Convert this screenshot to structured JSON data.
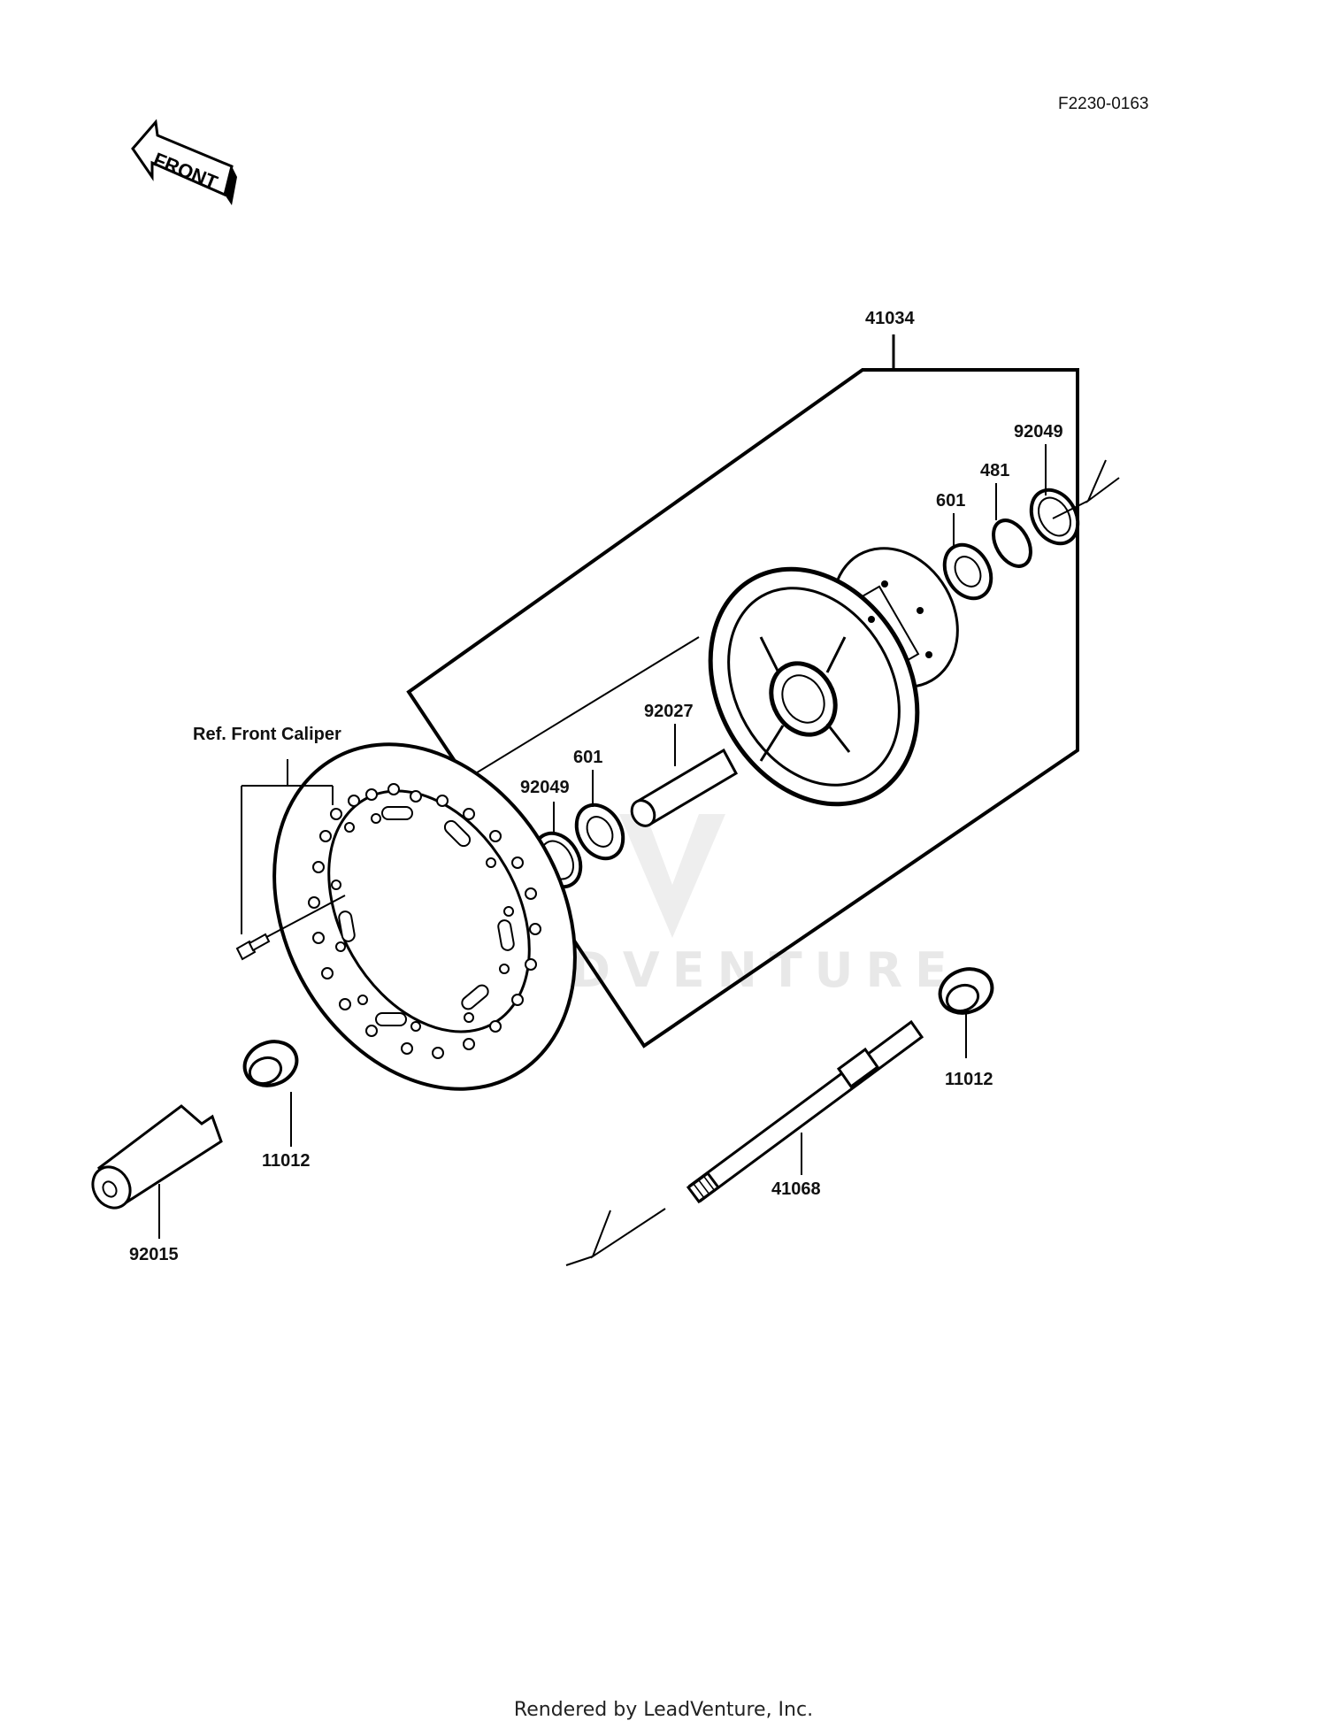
{
  "figure_id": "F2230-0163",
  "front_arrow_text": "FRONT",
  "watermark": "LEADVENTURE",
  "footer": "Rendered by LeadVenture, Inc.",
  "labels": {
    "hub_assembly": "41034",
    "oil_seal_right": "92049",
    "circlip": "481",
    "bearing_right": "601",
    "spacer": "92027",
    "bearing_left": "601",
    "oil_seal_left": "92049",
    "ref_caliper": "Ref. Front Caliper",
    "collar_right": "11012",
    "collar_left": "11012",
    "axle": "41068",
    "axle_nut": "92015"
  }
}
